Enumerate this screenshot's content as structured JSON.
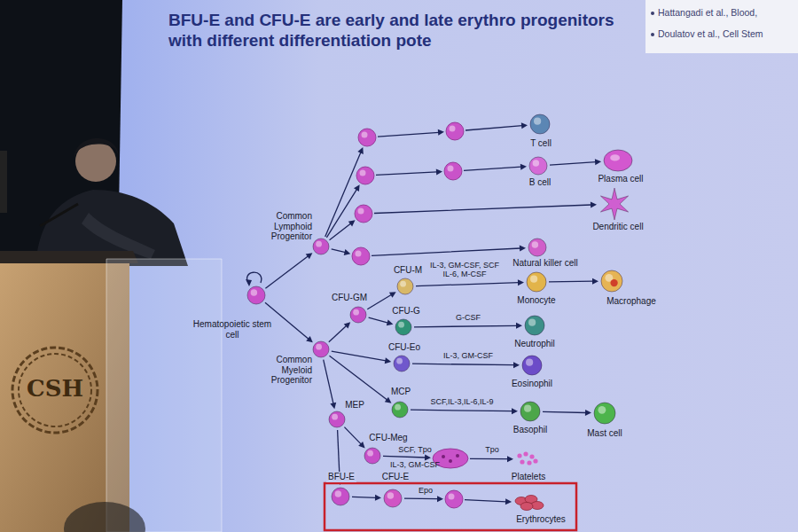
{
  "diagram": {
    "title": "BFU-E and CFU-E are early and late erythro progenitors with different differentiation pote",
    "nodes": [
      {
        "text": [
          "T cell"
        ]
      },
      {
        "text": [
          "B cell"
        ]
      },
      {
        "text": [
          "Plasma cell"
        ]
      },
      {
        "text": [
          "Dendritic cell"
        ]
      },
      {
        "text": [
          "Common Lymphoid Progenitor"
        ]
      },
      {
        "text": [
          "Natural killer cell"
        ]
      },
      {
        "text": [
          "CFU-M"
        ]
      },
      {
        "text": [
          "Monocyte"
        ]
      },
      {
        "text": [
          "Macrophage"
        ]
      },
      {
        "text": [
          "Hematopoietic stem cell"
        ]
      },
      {
        "text": [
          "CFU-GM"
        ]
      },
      {
        "text": [
          "CFU-G"
        ]
      },
      {
        "text": [
          "Neutrophil"
        ]
      },
      {
        "text": [
          "Common Myeloid Progenitor"
        ]
      },
      {
        "text": [
          "CFU-Eo"
        ]
      },
      {
        "text": [
          "Eosinophil"
        ]
      },
      {
        "text": [
          "MCP"
        ]
      },
      {
        "text": [
          "Basophil"
        ]
      },
      {
        "text": [
          "Mast cell"
        ]
      },
      {
        "text": [
          "MEP"
        ]
      },
      {
        "text": [
          "CFU-Meg"
        ]
      },
      {
        "text": [
          "Platelets"
        ]
      },
      {
        "text": [
          "BFU-E"
        ]
      },
      {
        "text": [
          "CFU-E"
        ]
      },
      {
        "text": [
          "Erythrocytes"
        ]
      }
    ],
    "edges": [
      {
        "from": 9,
        "to": 4,
        "arrow": "to"
      },
      {
        "from": 9,
        "to": 13,
        "arrow": "to"
      },
      {
        "from": 4,
        "to": 0,
        "arrow": "to"
      },
      {
        "from": 4,
        "to": 1,
        "arrow": "to"
      },
      {
        "from": 1,
        "to": 2,
        "arrow": "to"
      },
      {
        "from": 4,
        "to": 3,
        "arrow": "to"
      },
      {
        "from": 4,
        "to": 5,
        "arrow": "to"
      },
      {
        "from": 13,
        "to": 10,
        "arrow": "to"
      },
      {
        "from": 13,
        "to": 14,
        "arrow": "to"
      },
      {
        "from": 13,
        "to": 16,
        "arrow": "to"
      },
      {
        "from": 13,
        "to": 19,
        "arrow": "to"
      },
      {
        "from": 10,
        "to": 6,
        "arrow": "to"
      },
      {
        "from": 10,
        "to": 11,
        "arrow": "to"
      },
      {
        "from": 6,
        "to": 7,
        "label": "IL-3, GM-CSF, SCF IL-6, M-CSF",
        "arrow": "to"
      },
      {
        "from": 7,
        "to": 8,
        "arrow": "to"
      },
      {
        "from": 11,
        "to": 12,
        "label": "G-CSF",
        "arrow": "to"
      },
      {
        "from": 14,
        "to": 15,
        "label": "IL-3, GM-CSF",
        "arrow": "to"
      },
      {
        "from": 16,
        "to": 17,
        "label": "SCF,IL-3,IL-6,IL-9",
        "arrow": "to"
      },
      {
        "from": 17,
        "to": 18,
        "arrow": "to"
      },
      {
        "from": 19,
        "to": 20,
        "arrow": "to"
      },
      {
        "from": 19,
        "to": 22,
        "arrow": "to"
      },
      {
        "from": 20,
        "to": 21,
        "label": "Tpo",
        "arrow": "to"
      },
      {
        "from": 22,
        "to": 23,
        "arrow": "to"
      },
      {
        "from": 23,
        "to": 24,
        "label": "Epo",
        "arrow": "to"
      }
    ],
    "labels": [
      "Hattangadi et al., Blood,",
      "Doulatov et al., Cell Stem",
      "SCF, Tpo",
      "IL-3, GM-CSF",
      "CSH"
    ]
  }
}
